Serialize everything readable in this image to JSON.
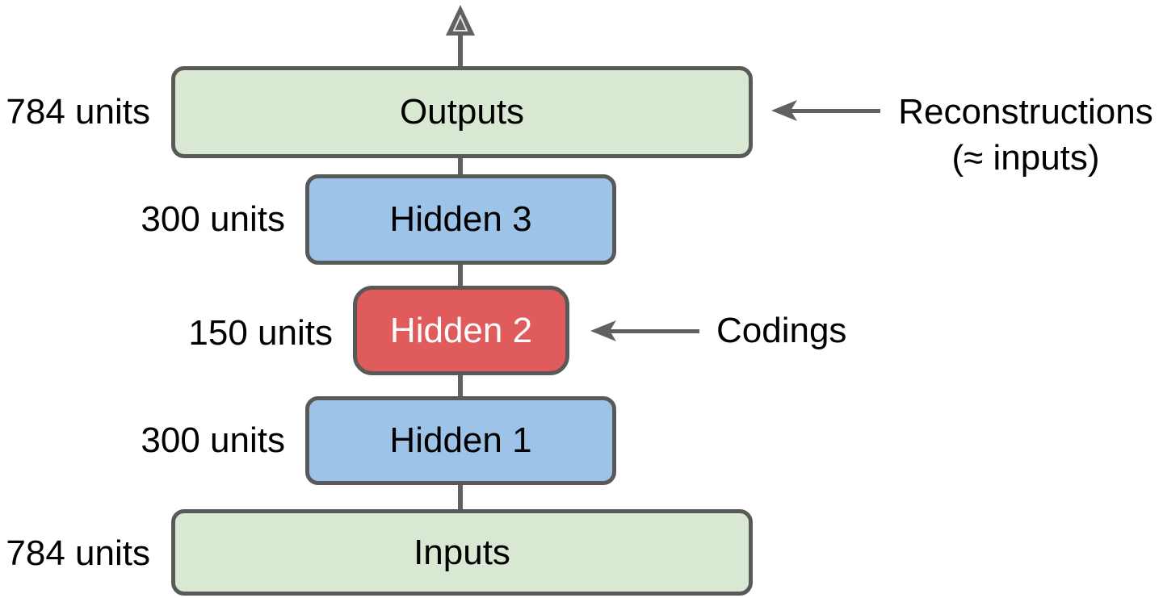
{
  "diagram": {
    "colors": {
      "background": "#ffffff",
      "box_border": "#595959",
      "arrow": "#616161",
      "label_text": "#000000"
    },
    "layers": [
      {
        "name": "Outputs",
        "units": "784 units",
        "fill": "#d8e8d2",
        "text_color": "#000000"
      },
      {
        "name": "Hidden 3",
        "units": "300 units",
        "fill": "#9dc4e8",
        "text_color": "#000000"
      },
      {
        "name": "Hidden 2",
        "units": "150 units",
        "fill": "#e05c5c",
        "text_color": "#ffffff"
      },
      {
        "name": "Hidden 1",
        "units": "300 units",
        "fill": "#9dc4e8",
        "text_color": "#000000"
      },
      {
        "name": "Inputs",
        "units": "784 units",
        "fill": "#d8e8d2",
        "text_color": "#000000"
      }
    ],
    "annotations": {
      "reconstructions_line1": "Reconstructions",
      "reconstructions_line2": "(≈ inputs)",
      "codings": "Codings"
    }
  }
}
